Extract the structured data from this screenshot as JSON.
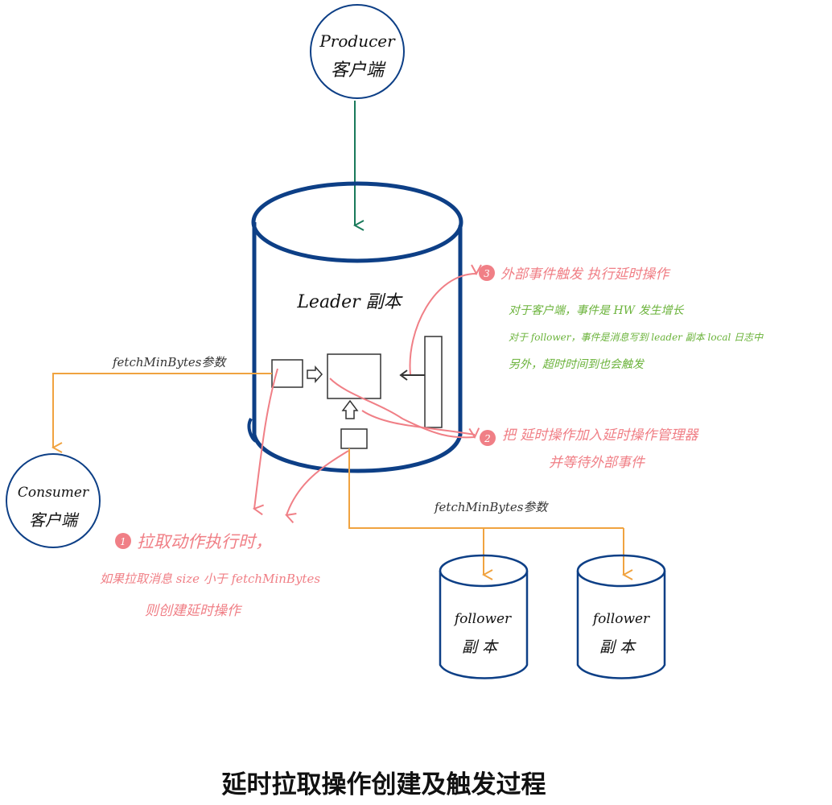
{
  "colors": {
    "blue": "#0d3f86",
    "green_arrow": "#1a7a5a",
    "orange": "#f0a340",
    "red": "#f07f86",
    "label_green": "#6bb33b",
    "ink": "#111111"
  },
  "producer": {
    "line1": "Producer",
    "line2": "客户端"
  },
  "consumer": {
    "line1": "Consumer",
    "line2": "客户端"
  },
  "leader": {
    "label": "Leader 副本"
  },
  "followers": [
    {
      "line1": "follower",
      "line2": "副 本"
    },
    {
      "line1": "follower",
      "line2": "副 本"
    }
  ],
  "param_labels": {
    "left": "fetchMinBytes参数",
    "bottom": "fetchMinBytes参数"
  },
  "annotations": {
    "step1": {
      "number": "1",
      "line1": "拉取动作执行时，",
      "line2": "如果拉取消息 size 小于 fetchMinBytes",
      "line3": "则创建延时操作"
    },
    "step2": {
      "number": "2",
      "line1": "把 延时操作加入延时操作管理器",
      "line2": "并等待外部事件"
    },
    "step3": {
      "number": "3",
      "line1": "外部事件触发 执行延时操作",
      "green1": "对于客户端，事件是 HW 发生增长",
      "green2": "对于 follower，事件是消息写到 leader 副本 local 日志中",
      "green3": "另外，超时时间到也会触发"
    }
  },
  "caption": "延时拉取操作创建及触发过程"
}
